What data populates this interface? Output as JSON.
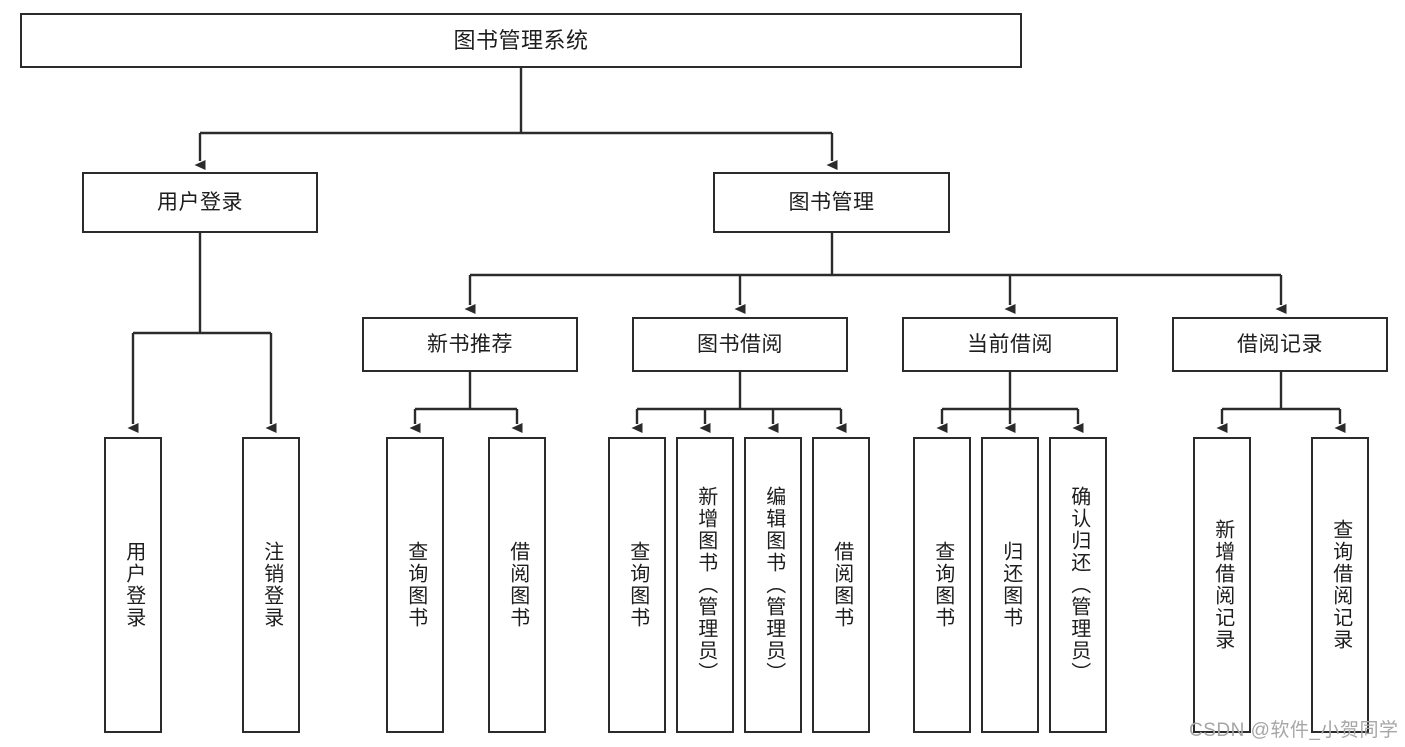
{
  "diagram": {
    "type": "tree-hierarchy-diagram",
    "title": "图书管理系统",
    "colors": {
      "stroke": "#2b2b2b",
      "fill": "#ffffff",
      "text": "#1d1d1d",
      "watermark": "#a6a6a6"
    },
    "root": {
      "label": "图书管理系统"
    },
    "level1": [
      {
        "label": "用户登录"
      },
      {
        "label": "图书管理"
      }
    ],
    "level2": [
      {
        "label": "新书推荐"
      },
      {
        "label": "图书借阅"
      },
      {
        "label": "当前借阅"
      },
      {
        "label": "借阅记录"
      }
    ],
    "leaves": {
      "user_login": [
        {
          "label": "用户登录"
        },
        {
          "label": "注销登录"
        }
      ],
      "new_book_recommend": [
        {
          "label": "查询图书"
        },
        {
          "label": "借阅图书"
        }
      ],
      "book_borrow": [
        {
          "label": "查询图书"
        },
        {
          "label": "新增图书（管理员）"
        },
        {
          "label": "编辑图书（管理员）"
        },
        {
          "label": "借阅图书"
        }
      ],
      "current_borrow": [
        {
          "label": "查询图书"
        },
        {
          "label": "归还图书"
        },
        {
          "label": "确认归还（管理员）"
        }
      ],
      "borrow_record": [
        {
          "label": "新增借阅记录"
        },
        {
          "label": "查询借阅记录"
        }
      ]
    },
    "watermark": "CSDN @软件_小贺同学"
  }
}
